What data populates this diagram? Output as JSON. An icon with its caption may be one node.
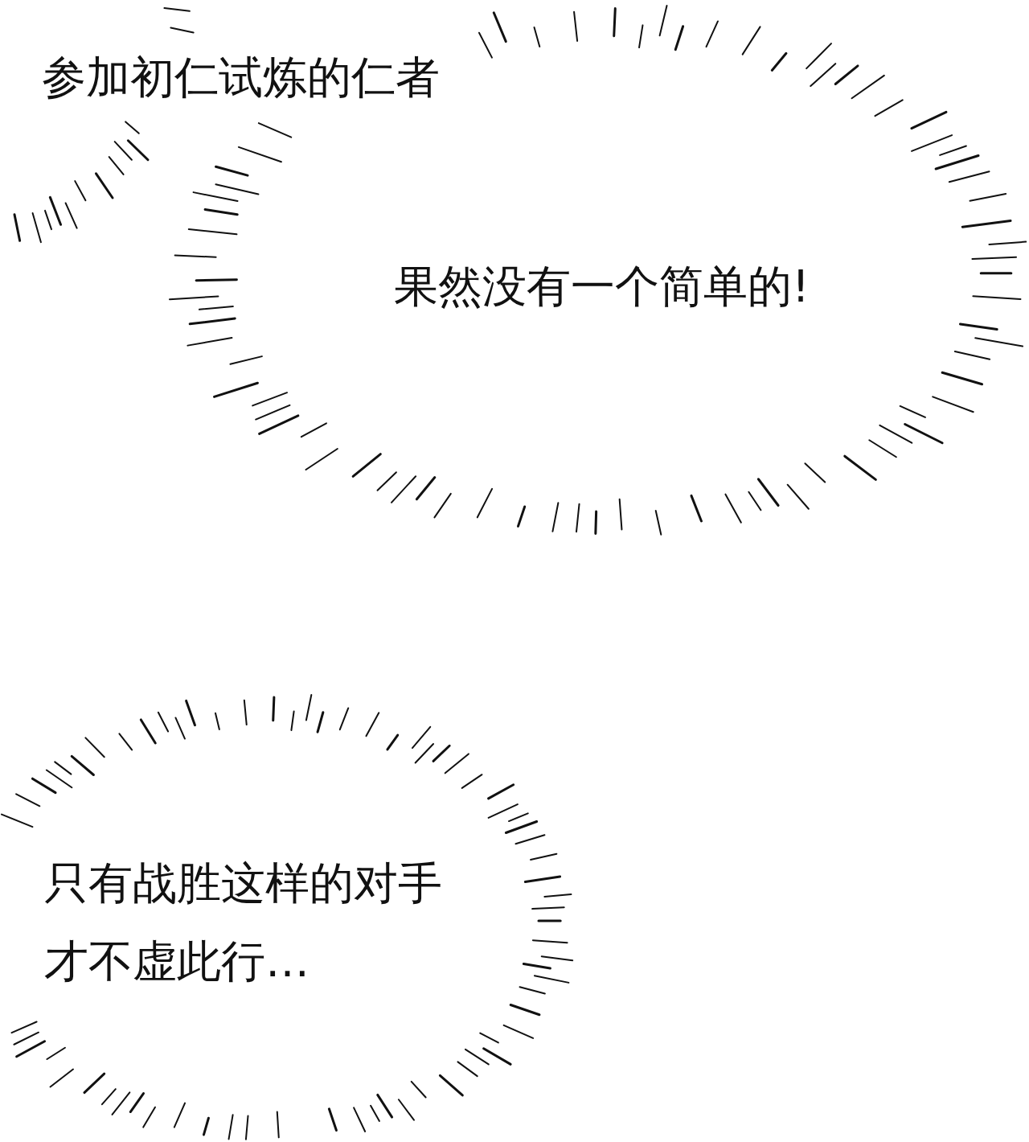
{
  "diagram": {
    "nodes": [
      {
        "text": [
          "参加初仁试炼的仁者"
        ]
      },
      {
        "text": [
          "果然没有一个简单的!"
        ]
      },
      {
        "text": [
          "只有战胜这样的对手才不虚此行…"
        ]
      }
    ],
    "edges": []
  }
}
